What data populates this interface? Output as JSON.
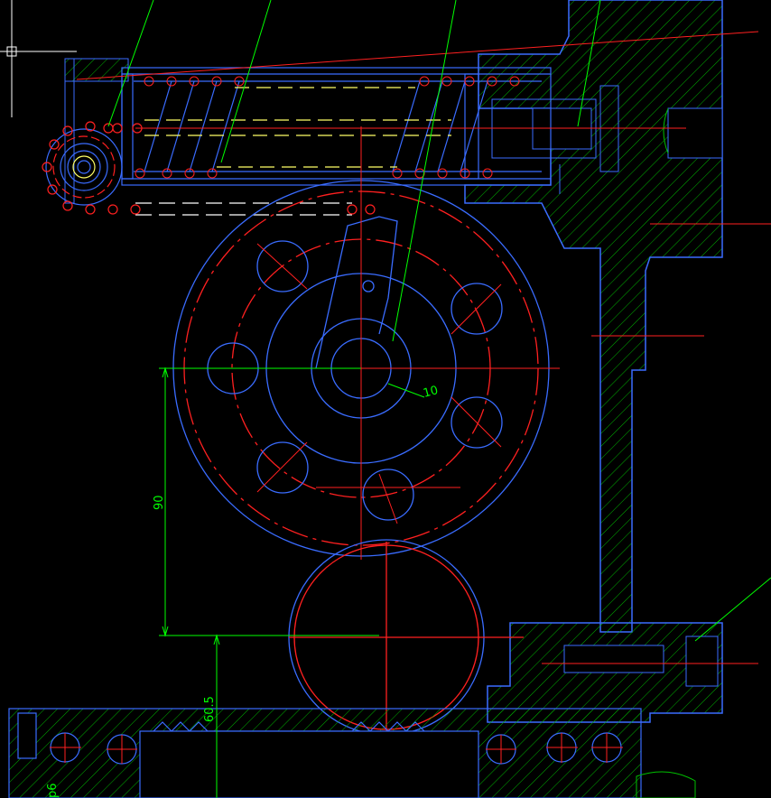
{
  "drawing": {
    "background": "#000000",
    "colors": {
      "outline": "#3a6cff",
      "center": "#ff2020",
      "hatch": "#00c000",
      "dimension": "#00ff00",
      "hidden": "#ffff00",
      "white": "#ffffff"
    },
    "dimensions": {
      "vertical_center": "90",
      "rack_height": "60.5",
      "small_radius": "10",
      "bottom_left": "p6"
    },
    "cursor_icon": "crosshair-cursor-icon"
  }
}
